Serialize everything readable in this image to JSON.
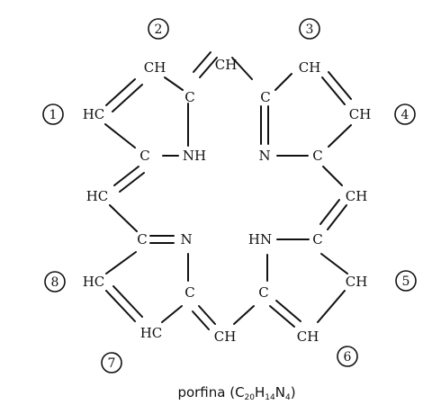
{
  "atoms": {
    "ch_2": "CH",
    "ch_bridge_top": "CH",
    "ch_3": "CH",
    "hc_1": "HC",
    "c_a": "C",
    "c_b": "C",
    "ch_4": "CH",
    "c_nh_top": "C",
    "nh_top": "NH",
    "n_top": "N",
    "c_n_top": "C",
    "hc_bridge_left": "HC",
    "ch_bridge_right": "CH",
    "c_n_bottom": "C",
    "n_bottom": "N",
    "hn_bottom": "HN",
    "c_hn_bottom": "C",
    "hc_8": "HC",
    "c_c": "C",
    "c_d": "C",
    "ch_5": "CH",
    "hc_7": "HC",
    "ch_bridge_bottom": "CH",
    "ch_6": "CH"
  },
  "ring_numbers": [
    "1",
    "2",
    "3",
    "4",
    "5",
    "6",
    "7",
    "8"
  ],
  "caption": {
    "main": "porfina (C",
    "c_sub": "20",
    "h": "H",
    "h_sub": "14",
    "n": "N",
    "n_sub": "4",
    "close": ")"
  }
}
